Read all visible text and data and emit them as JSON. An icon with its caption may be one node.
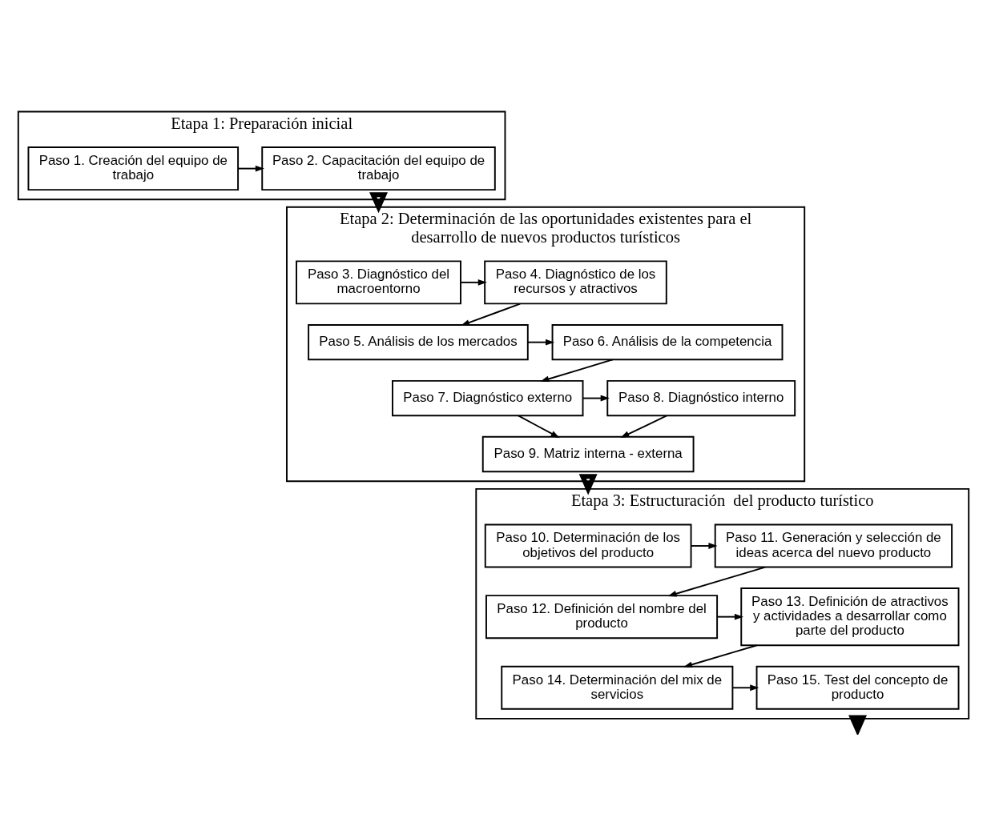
{
  "diagram": {
    "nodes": [
      {
        "text": [
          "Etapa 1: Preparación inicial"
        ]
      },
      {
        "text": [
          "Paso 1. Creación del equipo de trabajo"
        ],
        "in": 0
      },
      {
        "text": [
          "Paso 2. Capacitación del equipo de trabajo"
        ],
        "in": 0
      },
      {
        "text": [
          "Etapa 2: Determinación de las oportunidades existentes para el desarrollo de nuevos productos turísticos"
        ]
      },
      {
        "text": [
          "Paso 3. Diagnóstico del macroentorno"
        ],
        "in": 3
      },
      {
        "text": [
          "Paso 4. Diagnóstico de los recursos y atractivos"
        ],
        "in": 3
      },
      {
        "text": [
          "Paso 5. Análisis de los mercados"
        ],
        "in": 3
      },
      {
        "text": [
          "Paso 6. Análisis de la competencia"
        ],
        "in": 3
      },
      {
        "text": [
          "Paso 7. Diagnóstico externo"
        ],
        "in": 3
      },
      {
        "text": [
          "Paso 8. Diagnóstico interno"
        ],
        "in": 3
      },
      {
        "text": [
          "Paso 9. Matriz interna - externa"
        ],
        "in": 3
      },
      {
        "text": [
          "Etapa 3: Estructuración  del producto turístico"
        ]
      },
      {
        "text": [
          "Paso 10. Determinación de los objetivos del producto"
        ],
        "in": 11
      },
      {
        "text": [
          "Paso 11. Generación y selección de ideas acerca del nuevo producto"
        ],
        "in": 11
      },
      {
        "text": [
          "Paso 12. Definición del nombre del producto"
        ],
        "in": 11
      },
      {
        "text": [
          "Paso 13. Definición de atractivos y actividades a desarrollar como parte del producto"
        ],
        "in": 11
      },
      {
        "text": [
          "Paso 14. Determinación del mix de servicios"
        ],
        "in": 11
      },
      {
        "text": [
          "Paso 15. Test del concepto de producto"
        ],
        "in": 11
      }
    ],
    "edges": [
      {
        "from": 1,
        "to": 2,
        "arrow": "to"
      },
      {
        "from": 0,
        "to": 3,
        "arrow": "to",
        "style": "thick"
      },
      {
        "from": 4,
        "to": 5,
        "arrow": "to"
      },
      {
        "from": 5,
        "to": 6,
        "arrow": "to"
      },
      {
        "from": 6,
        "to": 7,
        "arrow": "to"
      },
      {
        "from": 7,
        "to": 8,
        "arrow": "to"
      },
      {
        "from": 8,
        "to": 9,
        "arrow": "to"
      },
      {
        "from": 8,
        "to": 10,
        "arrow": "to"
      },
      {
        "from": 9,
        "to": 10,
        "arrow": "to"
      },
      {
        "from": 3,
        "to": 11,
        "arrow": "to",
        "style": "thick"
      },
      {
        "from": 12,
        "to": 13,
        "arrow": "to"
      },
      {
        "from": 13,
        "to": 14,
        "arrow": "to"
      },
      {
        "from": 14,
        "to": 15,
        "arrow": "to"
      },
      {
        "from": 15,
        "to": 16,
        "arrow": "to"
      },
      {
        "from": 16,
        "to": 17,
        "arrow": "to"
      },
      {
        "from": 11,
        "to": null,
        "arrow": "to",
        "style": "thick"
      }
    ]
  }
}
